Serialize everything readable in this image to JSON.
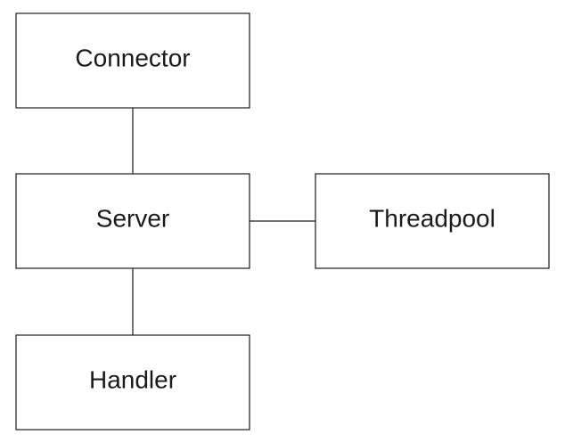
{
  "nodes": {
    "connector": {
      "label": "Connector"
    },
    "server": {
      "label": "Server"
    },
    "threadpool": {
      "label": "Threadpool"
    },
    "handler": {
      "label": "Handler"
    }
  },
  "edges": [
    {
      "from": "connector",
      "to": "server"
    },
    {
      "from": "server",
      "to": "threadpool"
    },
    {
      "from": "server",
      "to": "handler"
    }
  ],
  "colors": {
    "stroke": "#1a1a1a",
    "text": "#1a1a1a",
    "background": "#ffffff"
  }
}
